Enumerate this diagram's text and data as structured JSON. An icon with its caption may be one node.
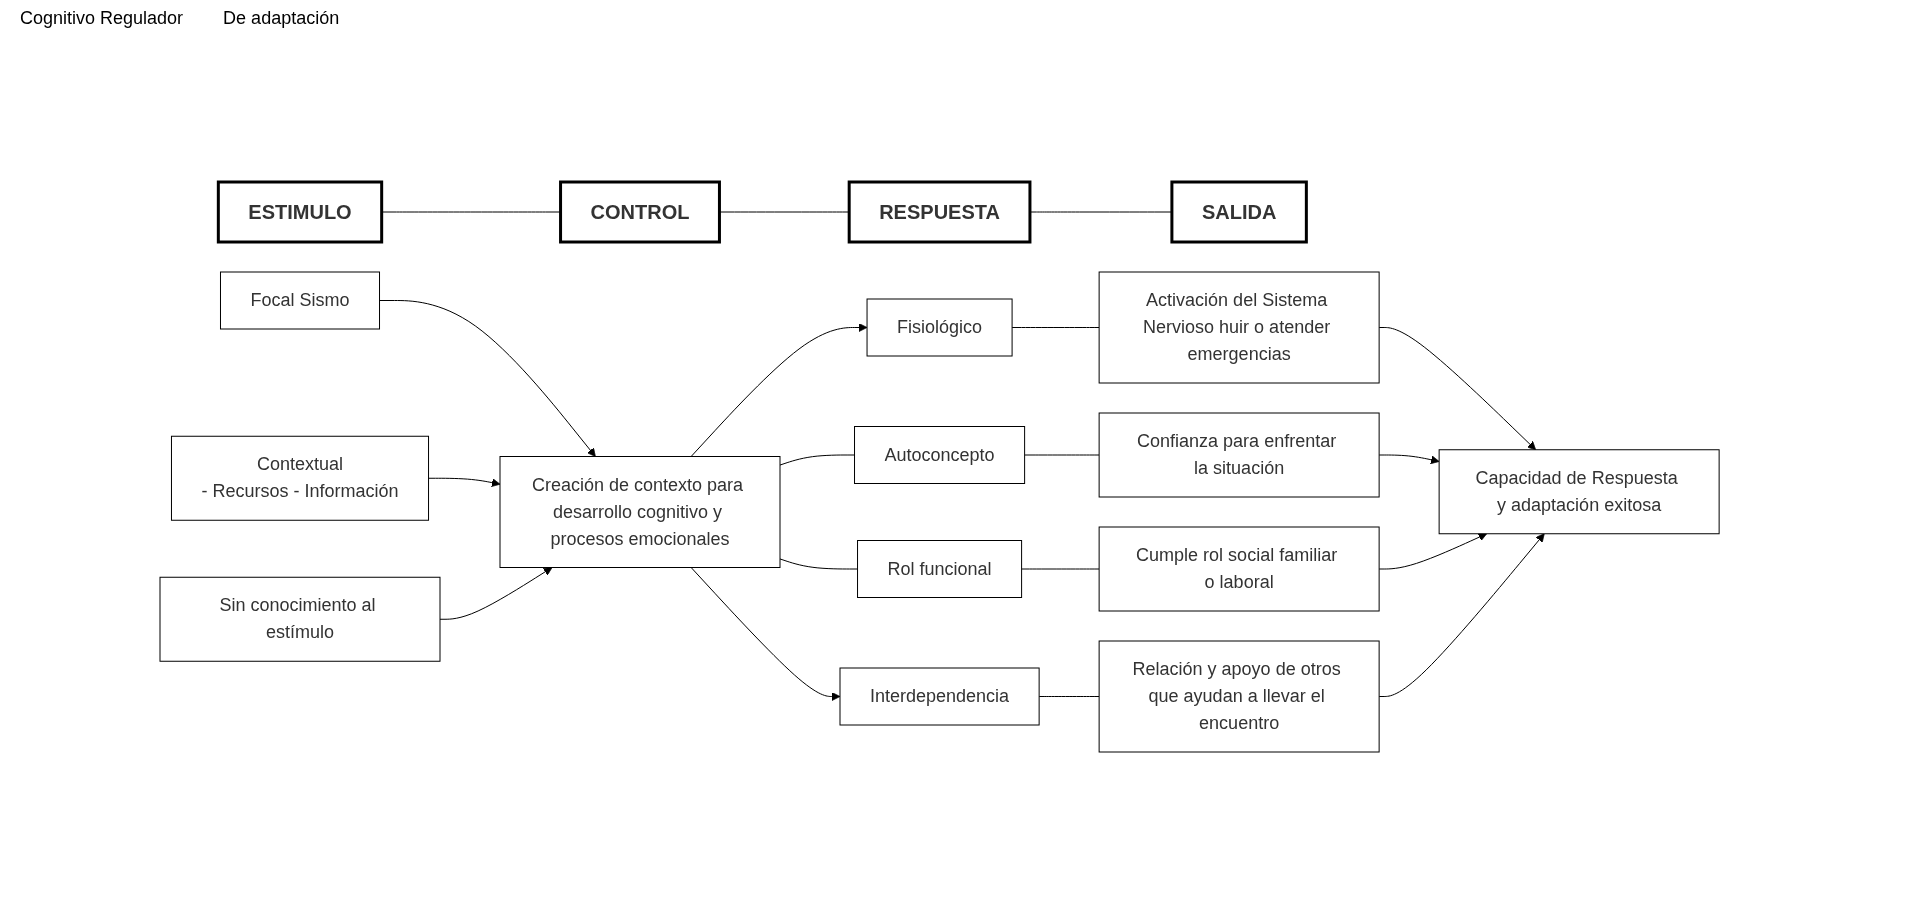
{
  "diagram": {
    "nodes": [
      {
        "text": [
          "ESTIMULO"
        ]
      },
      {
        "text": [
          "CONTROL"
        ]
      },
      {
        "text": [
          "RESPUESTA"
        ]
      },
      {
        "text": [
          "SALIDA"
        ]
      },
      {
        "text": [
          "Focal Sismo"
        ]
      },
      {
        "text": [
          "Contextual",
          "- Recursos - Información"
        ]
      },
      {
        "text": [
          "Sin conocimiento al estímulo"
        ]
      },
      {
        "text": [
          "Creación de contexto para desarrollo cognitivo y procesos emocionales"
        ]
      },
      {
        "text": [
          "Fisiológico"
        ]
      },
      {
        "text": [
          "Activación del Sistema Nervioso huir o atender emergencias"
        ]
      },
      {
        "text": [
          "Autoconcepto"
        ]
      },
      {
        "text": [
          "Confianza para enfrentar la situación"
        ]
      },
      {
        "text": [
          "Rol funcional"
        ]
      },
      {
        "text": [
          "Cumple rol social familiar o laboral"
        ]
      },
      {
        "text": [
          "Interdependencia"
        ]
      },
      {
        "text": [
          "Relación y apoyo de otros que ayudan a llevar el encuentro"
        ]
      },
      {
        "text": [
          "Capacidad de Respuesta y adaptación exitosa"
        ]
      }
    ],
    "edges": [
      {
        "from": 0,
        "to": 1,
        "arrow": "none"
      },
      {
        "from": 1,
        "to": 2,
        "arrow": "none"
      },
      {
        "from": 2,
        "to": 3,
        "arrow": "none"
      },
      {
        "from": 4,
        "to": 7,
        "arrow": "to"
      },
      {
        "from": 5,
        "to": 7,
        "arrow": "to"
      },
      {
        "from": 6,
        "to": 7,
        "arrow": "to"
      },
      {
        "from": 7,
        "to": 8,
        "arrow": "to"
      },
      {
        "from": 7,
        "to": 10,
        "arrow": "none"
      },
      {
        "from": 7,
        "to": 12,
        "arrow": "none"
      },
      {
        "from": 7,
        "to": 14,
        "arrow": "to"
      },
      {
        "from": 8,
        "to": 9,
        "arrow": "none"
      },
      {
        "from": 10,
        "to": 11,
        "arrow": "none"
      },
      {
        "from": 12,
        "to": 13,
        "arrow": "none"
      },
      {
        "from": 14,
        "to": 15,
        "arrow": "none"
      },
      {
        "from": 9,
        "to": 16,
        "arrow": "to"
      },
      {
        "from": 11,
        "to": 16,
        "arrow": "to"
      },
      {
        "from": 13,
        "to": 16,
        "arrow": "to"
      },
      {
        "from": 15,
        "to": 16,
        "arrow": "to"
      }
    ],
    "labels": [
      "Cognitivo Regulador",
      "De adaptación"
    ]
  }
}
